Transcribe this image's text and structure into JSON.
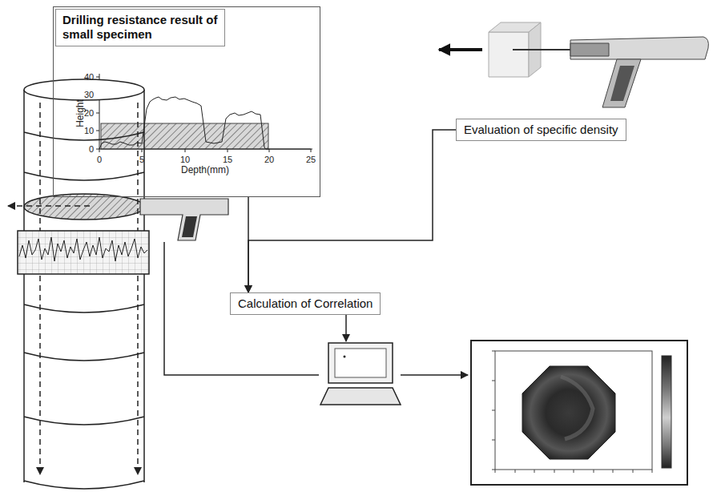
{
  "diagram": {
    "nodes": [
      {
        "text": [
          "Drilling resistance result of small specimen"
        ]
      },
      {
        "text": [
          "Evaluation of specific density"
        ]
      },
      {
        "text": [
          "Calculation of Correlation"
        ]
      }
    ],
    "edges": [
      {
        "from": 0,
        "to": 2,
        "arrow": "to"
      },
      {
        "from": 1,
        "to": 2,
        "arrow": "to"
      }
    ],
    "labels": [
      "Height",
      "Depth(mm)",
      "0",
      "10",
      "20",
      "30",
      "40",
      "0",
      "5",
      "10",
      "15",
      "20",
      "25"
    ]
  }
}
